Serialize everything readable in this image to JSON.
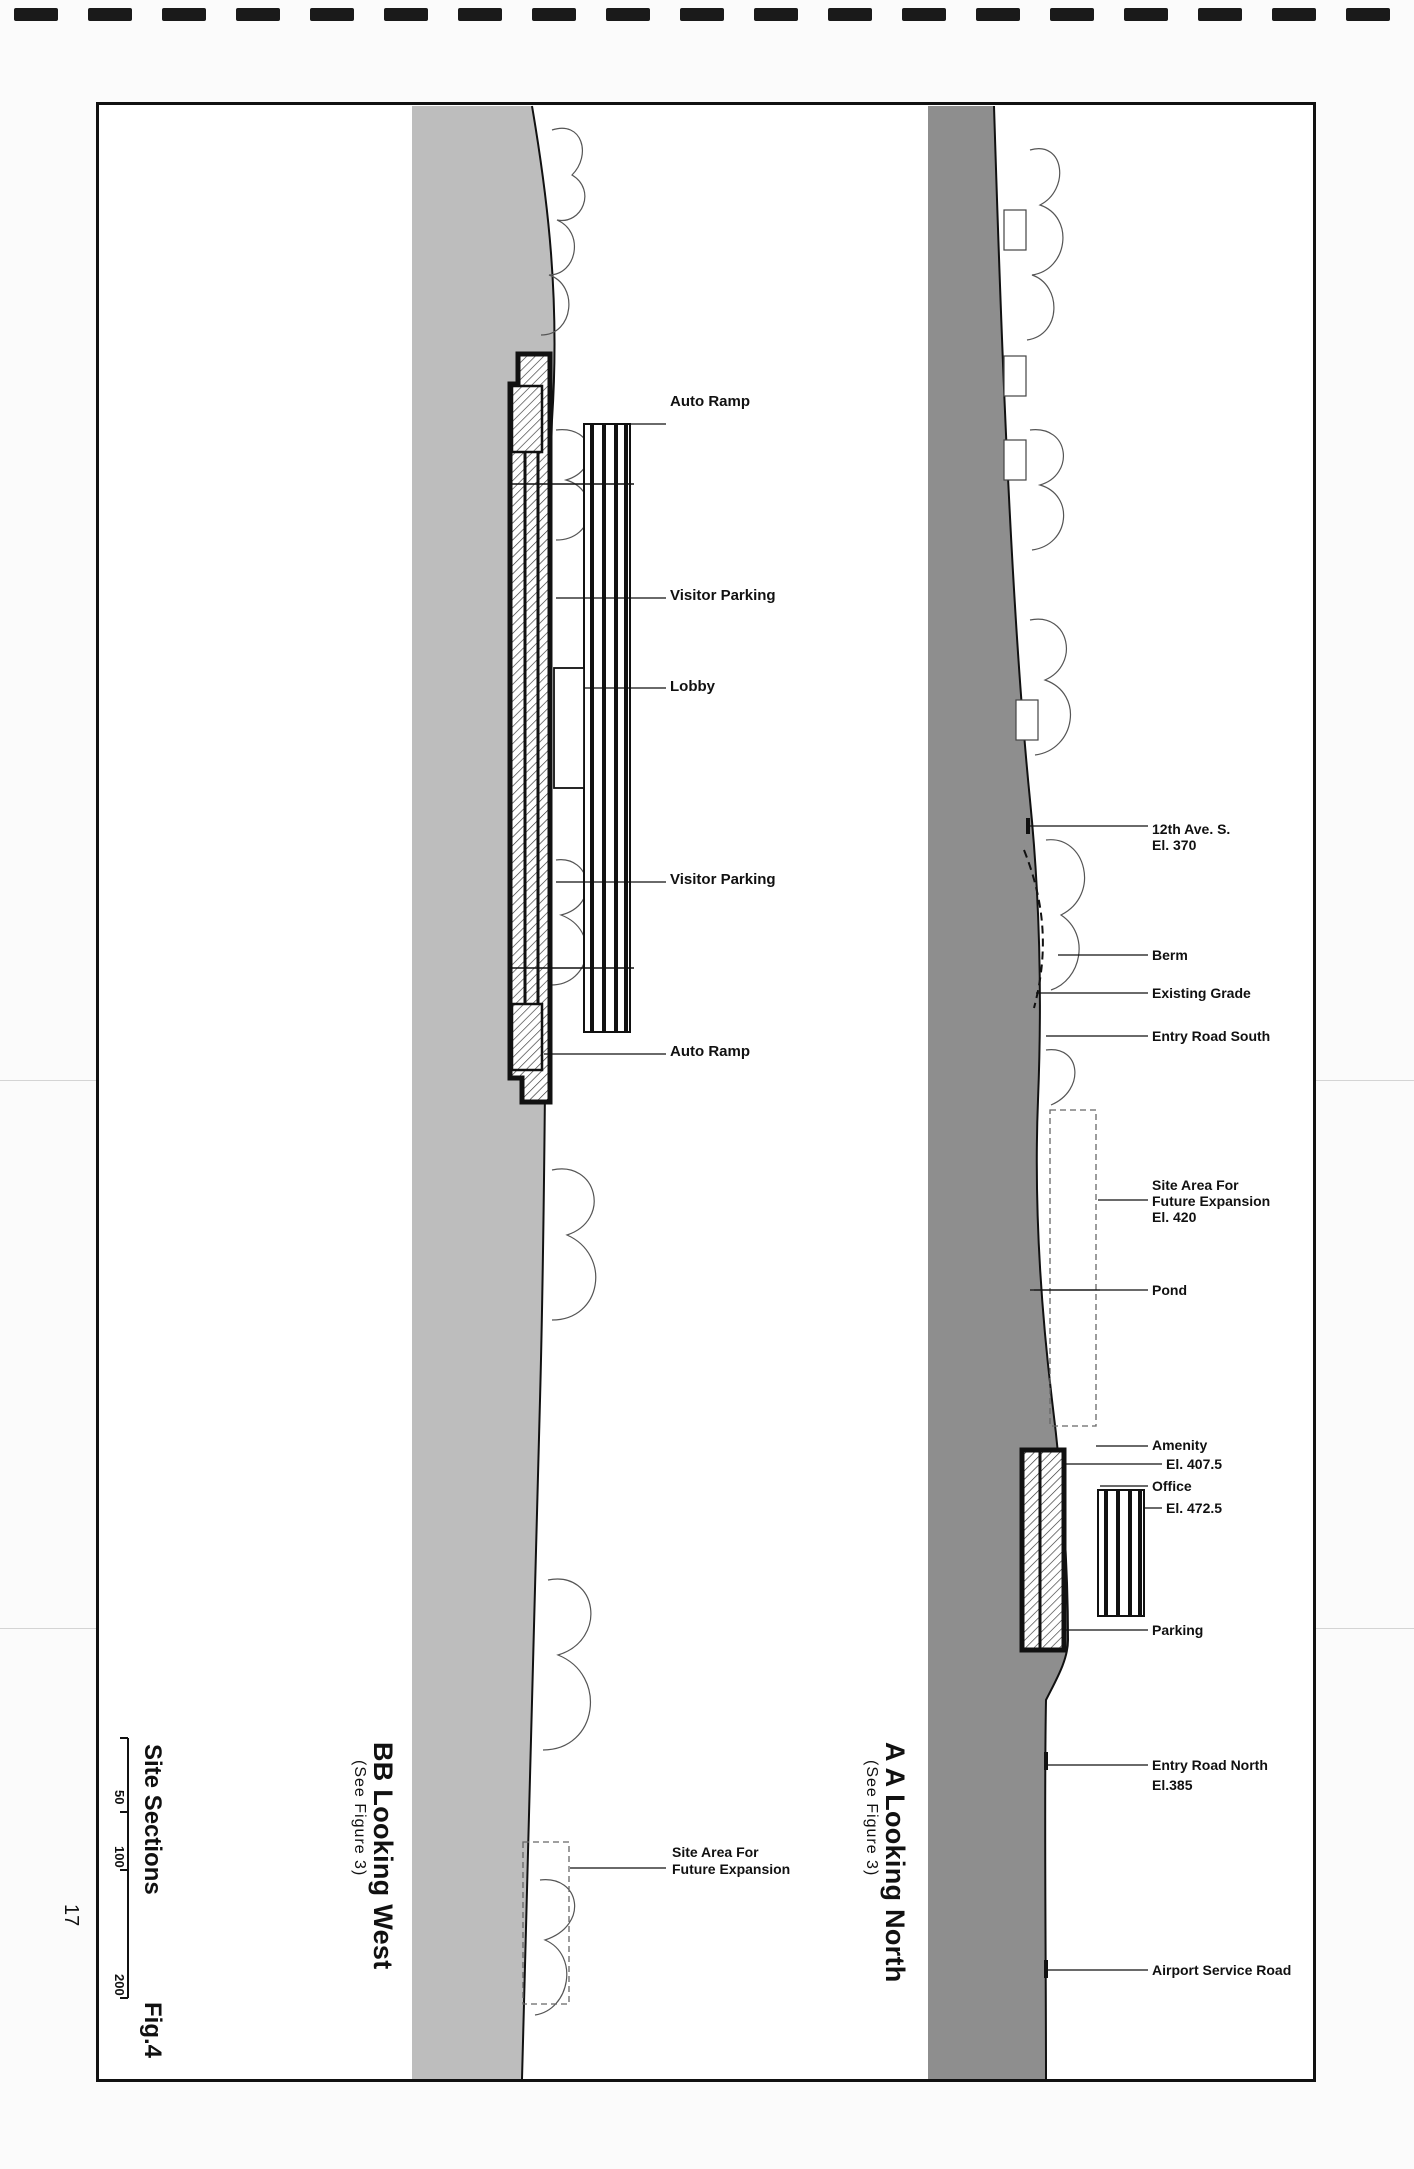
{
  "figure": {
    "title": "Site Sections",
    "fig_label": "Fig.4",
    "scale_marks": [
      "50",
      "100",
      "200"
    ],
    "page_number": "17"
  },
  "section_bb": {
    "title": "BB Looking West",
    "subtitle": "(See Figure 3)",
    "labels": {
      "auto_ramp_north": "Auto Ramp",
      "visitor_parking_north": "Visitor Parking",
      "lobby": "Lobby",
      "visitor_parking_south": "Visitor Parking",
      "auto_ramp_south": "Auto Ramp",
      "future_expansion_1": "Site Area For",
      "future_expansion_2": "Future Expansion"
    }
  },
  "section_aa": {
    "title": "A A Looking North",
    "subtitle": "(See Figure 3)",
    "labels": {
      "ave_12th_1": "12th Ave. S.",
      "ave_12th_2": "El. 370",
      "berm": "Berm",
      "existing_grade": "Existing Grade",
      "entry_road_south": "Entry Road South",
      "site_area_1": "Site Area For",
      "site_area_2": "Future Expansion",
      "site_area_3": "El. 420",
      "pond": "Pond",
      "amenity": "Amenity",
      "el_4075": "El. 407.5",
      "office": "Office",
      "el_4725": "El. 472.5",
      "parking": "Parking",
      "entry_road_north_1": "Entry Road North",
      "entry_road_north_2": "El.385",
      "airport_service_road": "Airport Service Road"
    }
  },
  "colors": {
    "ground_bb": "#bdbdbd",
    "ground_aa": "#8e8e8e",
    "ink": "#111111",
    "paper": "#ffffff"
  }
}
